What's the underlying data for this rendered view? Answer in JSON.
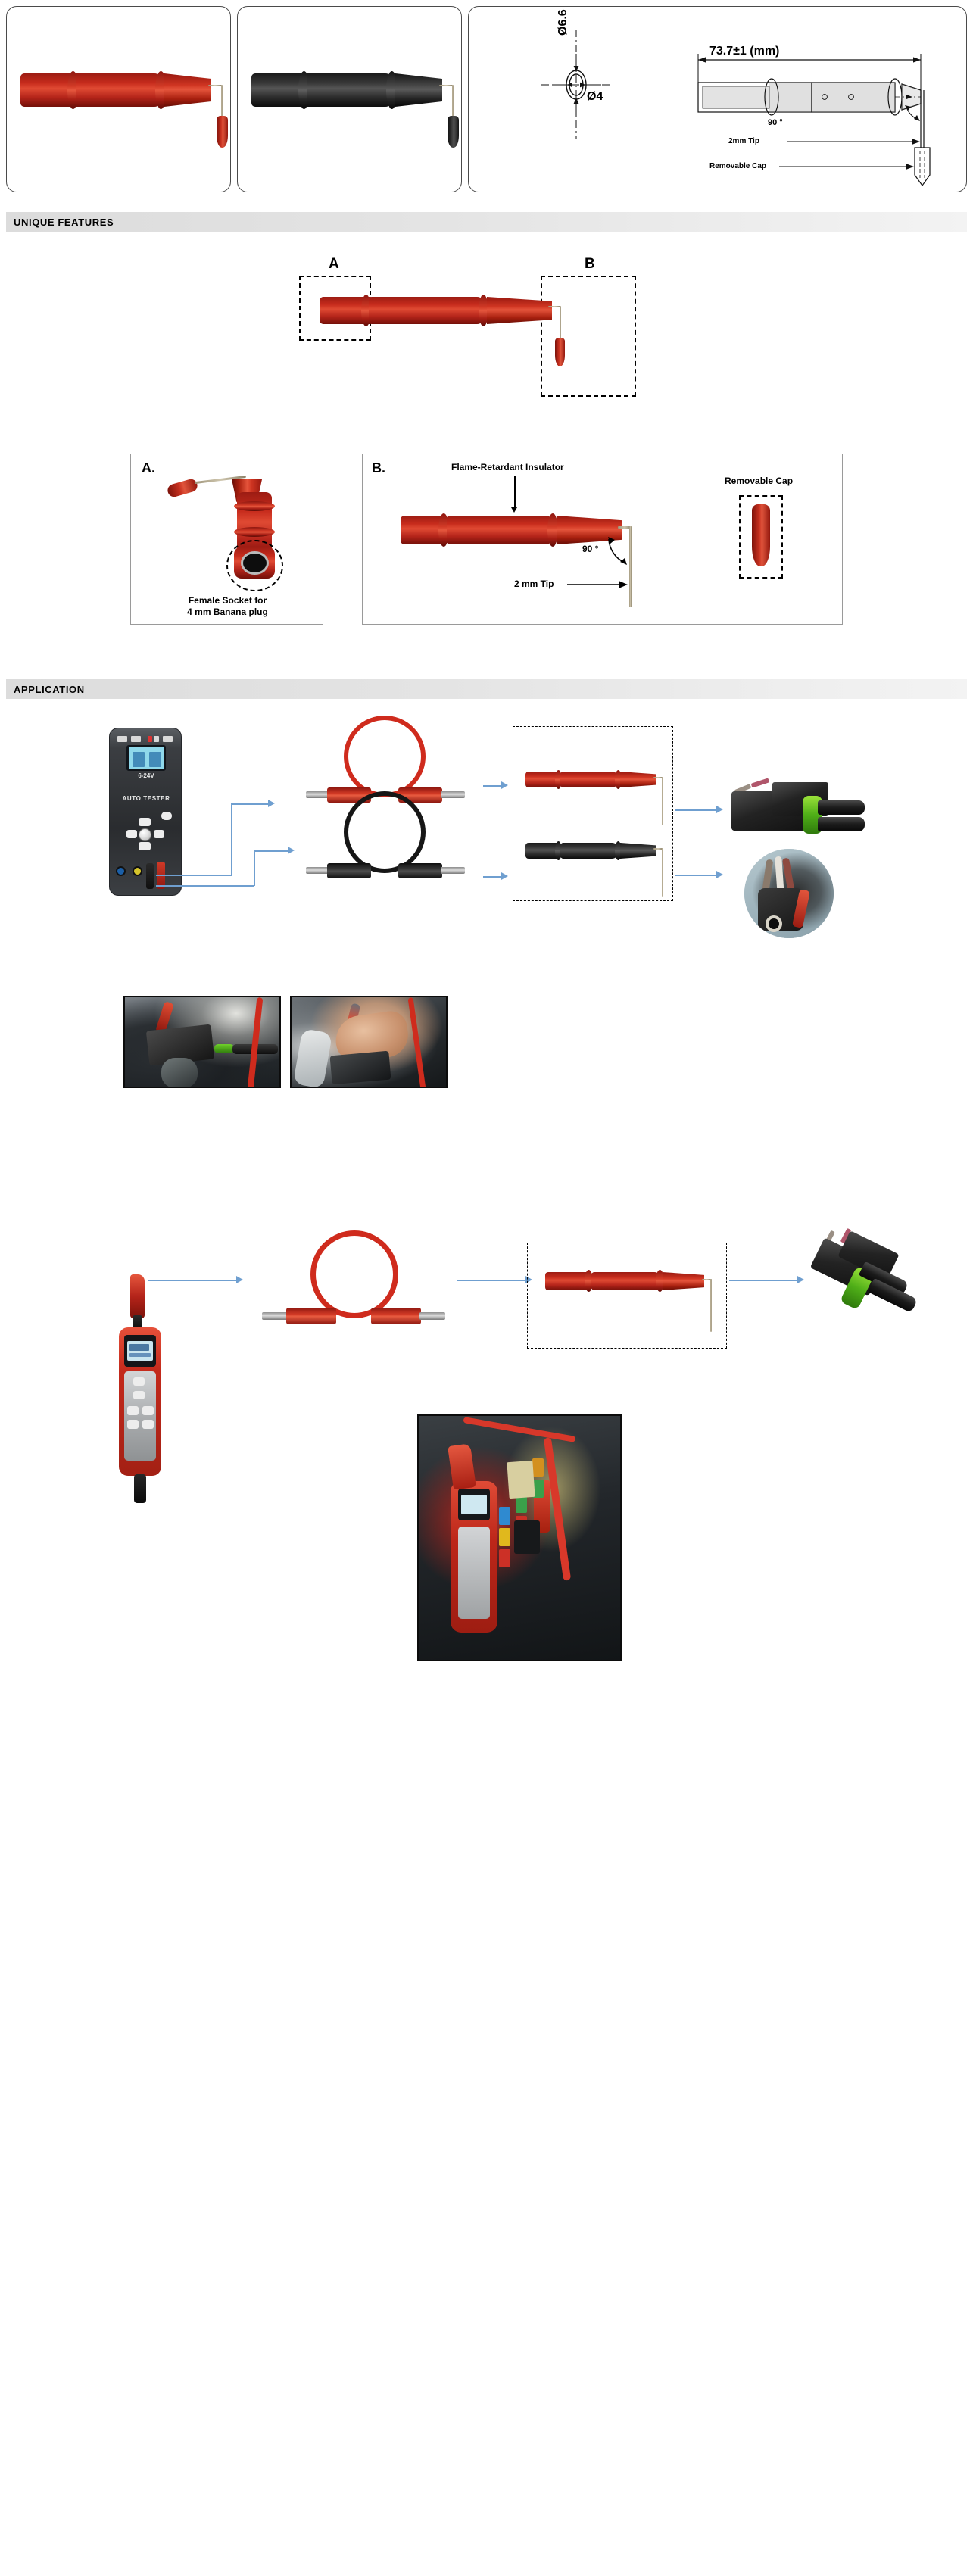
{
  "document": {
    "type": "product-datasheet",
    "product": "Back probe test lead / 2mm bent-tip probe"
  },
  "top_panels": [
    {
      "id": "panel-red",
      "name": "red-probe-photo",
      "probe_color": "#b4241a",
      "label": ""
    },
    {
      "id": "panel-black",
      "name": "black-probe-photo",
      "probe_color": "#2b2b2b",
      "label": ""
    },
    {
      "id": "panel-drawing",
      "name": "technical-drawing",
      "label": ""
    }
  ],
  "drawing": {
    "diameter_outer": "Ø6.6",
    "diameter_inner": "Ø4",
    "overall_length": "73.7±1 (mm)",
    "bend_angle": "90 °",
    "tip_label": "2mm Tip",
    "cap_label": "Removable Cap"
  },
  "sections": {
    "unique_features": "UNIQUE FEATURES",
    "application": "APPLICATION"
  },
  "features": {
    "callout_a": "A",
    "callout_b": "B",
    "card_a": {
      "tag": "A.",
      "caption_line1": "Female Socket for",
      "caption_line2": "4 mm Banana plug"
    },
    "card_b": {
      "tag": "B.",
      "insulator_label": "Flame-Retardant Insulator",
      "angle_label": "90 °",
      "tip_label": "2 mm Tip",
      "cap_label": "Removable Cap"
    }
  },
  "application": {
    "tester": {
      "brand_label": "AUTO TESTER",
      "voltage_label": "6-24V"
    },
    "flow_top": {
      "steps": [
        "auto-tester-unit",
        "red-banana-lead",
        "black-banana-lead",
        "red-and-black-probe-set",
        "weather-pack-connector"
      ]
    },
    "flow_bottom": {
      "steps": [
        "handheld-power-probe",
        "red-banana-lead",
        "red-probe",
        "weather-pack-connector"
      ]
    },
    "photos": [
      {
        "name": "engine-bay-connector-photo"
      },
      {
        "name": "hand-back-probing-photo"
      },
      {
        "name": "fuse-box-power-probe-photo"
      },
      {
        "name": "connector-closeup-photo"
      }
    ]
  },
  "colors": {
    "red": "#b4241a",
    "black": "#2b2b2b",
    "band_gray": "#e1e1e1",
    "arrow_blue": "#6f9fd0",
    "connector_green": "#4fae18"
  }
}
